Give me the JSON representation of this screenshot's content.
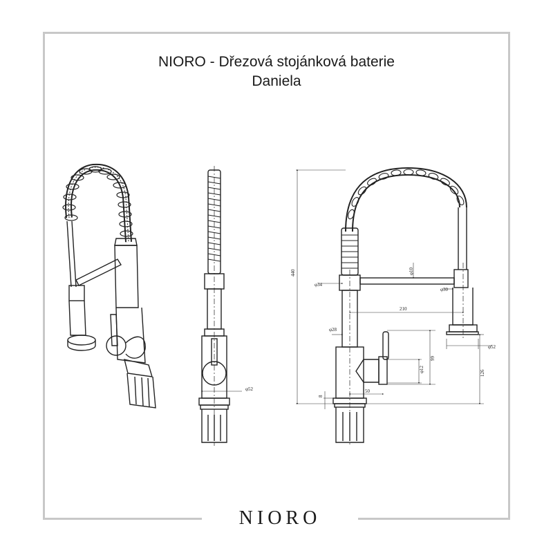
{
  "title": {
    "line1": "NIORO - Dřezová stojánková baterie",
    "line2": "Daniela"
  },
  "brand": "NIORO",
  "dimensions": {
    "total_height": "440",
    "spout_diameter": "φ34",
    "hose_diameter": "φ10",
    "head_diameter": "φ30",
    "reach": "210",
    "body_diameter": "φ28",
    "spray_head_diameter": "φ52",
    "handle_height": "99",
    "handle_diameter": "φ12",
    "spray_head_height": "126",
    "handle_offset": "50",
    "base_thickness": "8",
    "base_diameter_front": "φ52"
  }
}
